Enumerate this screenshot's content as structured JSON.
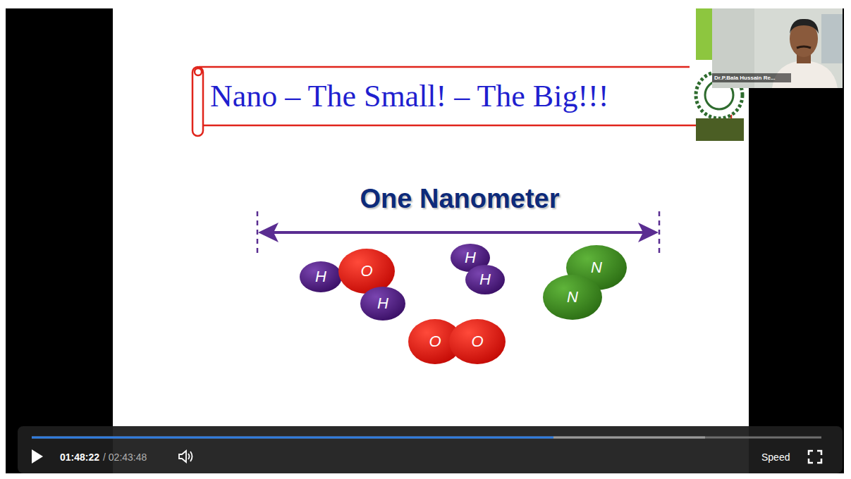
{
  "diagram": {
    "title": "Nano – The Small! – The Big!!!",
    "nodes": [
      {
        "text": [
          "H"
        ]
      },
      {
        "text": [
          "O"
        ]
      },
      {
        "text": [
          "H"
        ]
      },
      {
        "text": [
          "H"
        ]
      },
      {
        "text": [
          "H"
        ]
      },
      {
        "text": [
          "N"
        ]
      },
      {
        "text": [
          "N"
        ]
      },
      {
        "text": [
          "O"
        ]
      },
      {
        "text": [
          "O"
        ]
      }
    ],
    "labels": [
      "One Nanometer",
      "Dr.P.Bala Hussain Re...",
      "01:48:22",
      "/ 02:43:48",
      "Speed"
    ]
  }
}
